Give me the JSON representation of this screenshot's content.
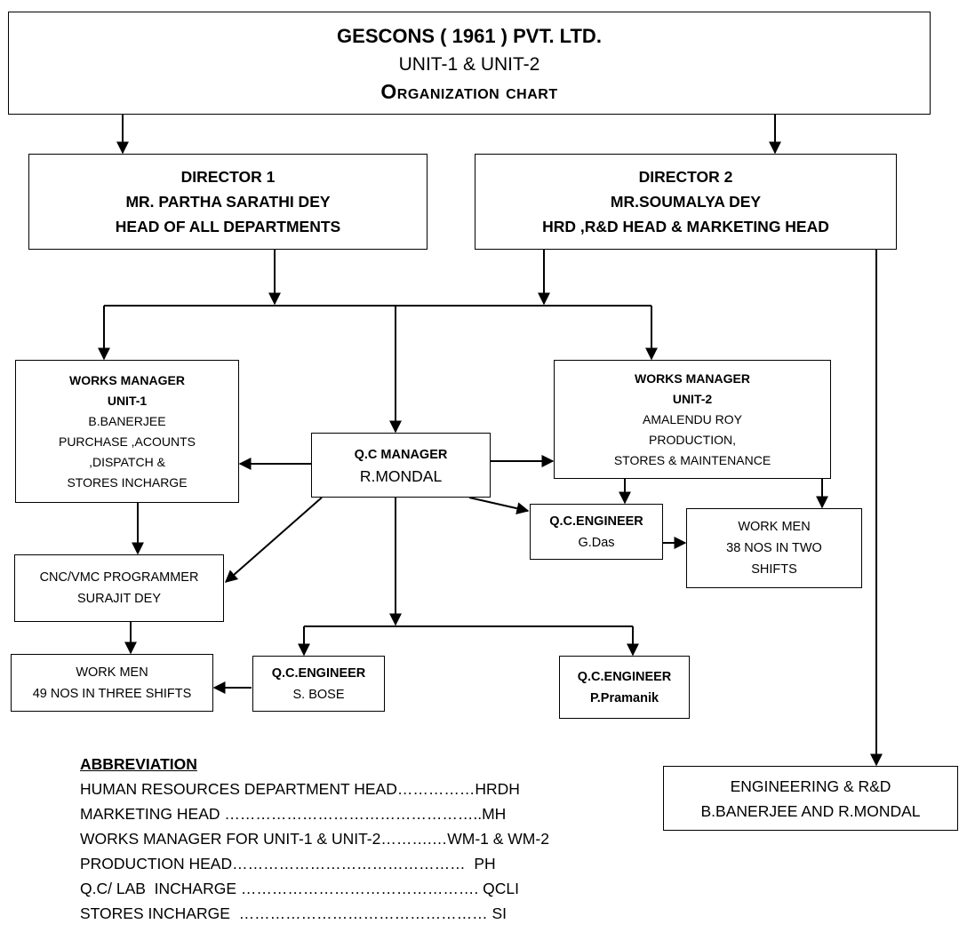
{
  "header": {
    "company": "GESCONS ( 1961 ) PVT. LTD.",
    "units": "UNIT-1 & UNIT-2",
    "chart_title": "Organization chart"
  },
  "director1": {
    "title": "DIRECTOR 1",
    "name": "MR. PARTHA SARATHI DEY",
    "role": "HEAD OF ALL DEPARTMENTS"
  },
  "director2": {
    "title": "DIRECTOR 2",
    "name": "MR.SOUMALYA DEY",
    "role": "HRD ,R&D HEAD & MARKETING HEAD"
  },
  "wm1": {
    "title": "WORKS MANAGER",
    "unit": "UNIT-1",
    "name": "B.BANERJEE",
    "duty1": "PURCHASE ,ACOUNTS",
    "duty2": ",DISPATCH  &",
    "duty3": "STORES INCHARGE"
  },
  "wm2": {
    "title": "WORKS MANAGER",
    "unit": "UNIT-2",
    "name": "AMALENDU ROY",
    "duty1": "PRODUCTION,",
    "duty2": "STORES & MAINTENANCE"
  },
  "qc_manager": {
    "title": "Q.C MANAGER",
    "name": "R.MONDAL"
  },
  "qce_das": {
    "title": "Q.C.ENGINEER",
    "name": "G.Das"
  },
  "workmen_u2": {
    "line1": "WORK MEN",
    "line2": "38 NOS IN TWO",
    "line3": "SHIFTS"
  },
  "cnc": {
    "title": "CNC/VMC PROGRAMMER",
    "name": "SURAJIT DEY"
  },
  "workmen_u1": {
    "line1": "WORK MEN",
    "line2": "49 NOS IN THREE SHIFTS"
  },
  "qce_bose": {
    "title": "Q.C.ENGINEER",
    "name": "S. BOSE"
  },
  "qce_pramanik": {
    "title": "Q.C.ENGINEER",
    "name": "P.Pramanik"
  },
  "engineering": {
    "line1": "ENGINEERING & R&D",
    "line2": "B.BANERJEE AND R.MONDAL"
  },
  "abbreviation": {
    "heading": "ABBREVIATION",
    "rows": [
      "HUMAN RESOURCES DEPARTMENT HEAD……………HRDH",
      "MARKETING HEAD …………………………………………..MH",
      "WORKS MANAGER FOR UNIT-1 & UNIT-2……….…WM-1 & WM-2",
      "PRODUCTION HEAD………………………………………  PH",
      "Q.C/ LAB  INCHARGE ………………………………………. QCLI",
      "STORES INCHARGE  ………………………………………… SI"
    ]
  }
}
